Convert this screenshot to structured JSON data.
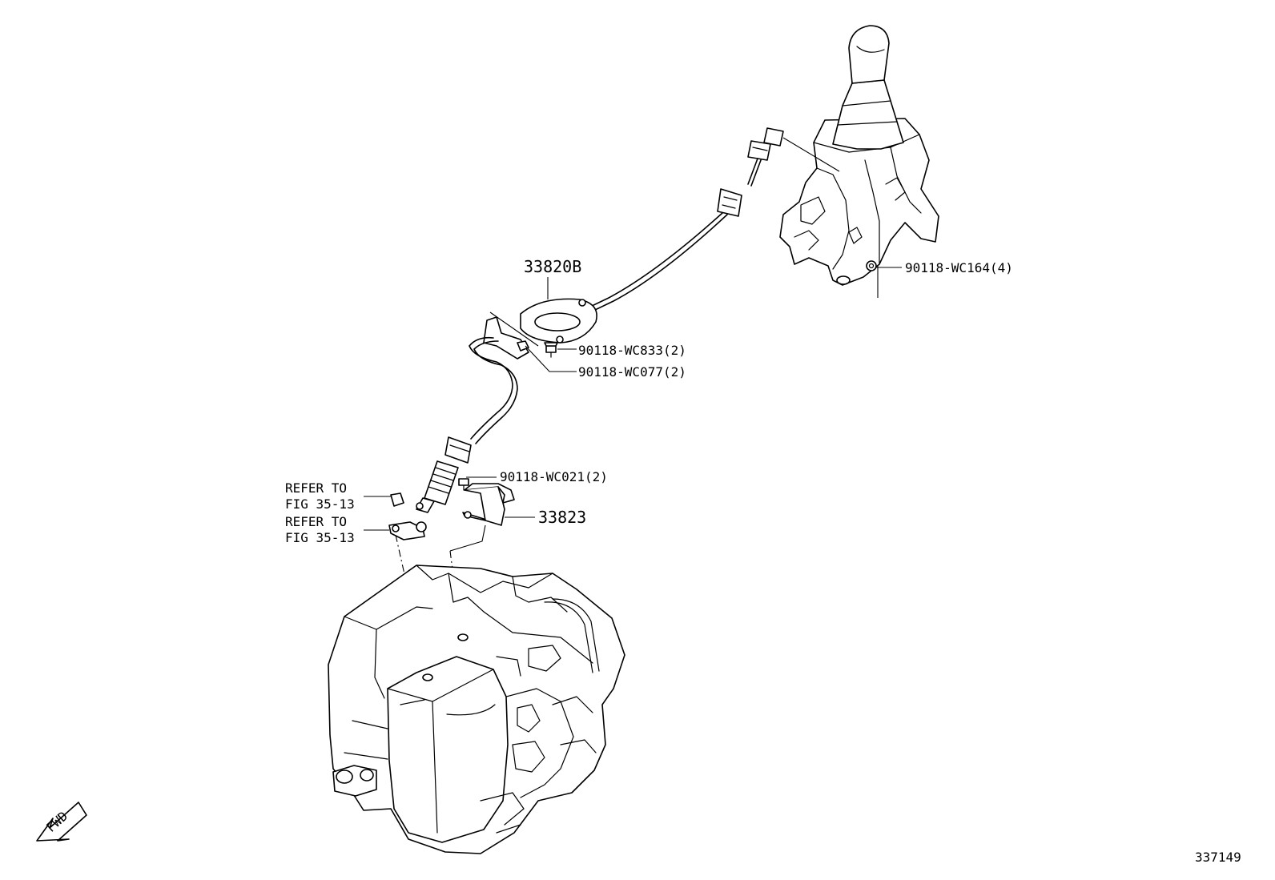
{
  "labels": {
    "cable": "33820B",
    "bolt_wc833": "90118-WC833(2)",
    "nut_wc077": "90118-WC077(2)",
    "nut_wc164": "90118-WC164(4)",
    "bolt_wc021": "90118-WC021(2)",
    "bracket": "33823",
    "refer_1_line1": "REFER TO",
    "refer_1_line2": "FIG 35-13",
    "refer_2_line1": "REFER TO",
    "refer_2_line2": "FIG 35-13",
    "fwd": "FWD",
    "figure_id": "337149"
  }
}
